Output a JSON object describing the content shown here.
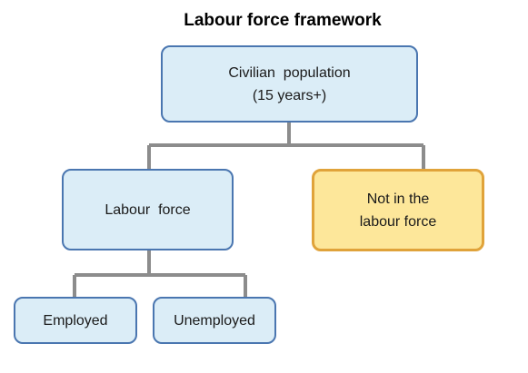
{
  "diagram": {
    "title": "Labour force framework",
    "nodes": {
      "civilian": {
        "line1": "Civilian  population",
        "line2": "(15 years+)"
      },
      "labour_force": {
        "label": "Labour  force"
      },
      "not_in_lf": {
        "line1": "Not in the",
        "line2": "labour force"
      },
      "employed": {
        "label": "Employed"
      },
      "unemployed": {
        "label": "Unemployed"
      }
    },
    "colors": {
      "box_fill": "#dbedf7",
      "box_border": "#4a76b0",
      "highlight_fill": "#fde79a",
      "highlight_border": "#e0a33a",
      "connector": "#8c8c8c"
    }
  }
}
